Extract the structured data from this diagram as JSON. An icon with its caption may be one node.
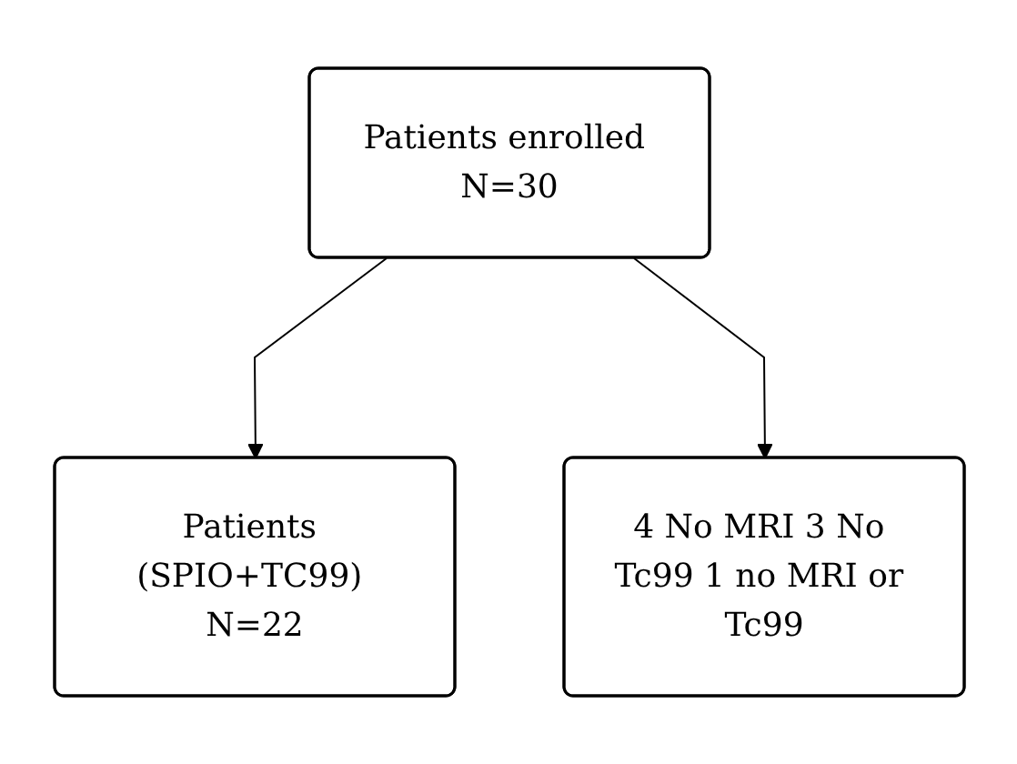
{
  "diagram": {
    "nodes": [
      {
        "text": [
          "Patients enrolled N=30"
        ]
      },
      {
        "text": [
          "4 No MRI 3 No Tc99 1 no MRI or Tc99"
        ]
      },
      {
        "text": [
          "Patients (SPIO+TC99) N=22"
        ]
      }
    ],
    "edges": [
      {
        "from": 0,
        "to": 2,
        "arrow": "to"
      },
      {
        "from": 0,
        "to": 1,
        "arrow": "to"
      }
    ]
  }
}
